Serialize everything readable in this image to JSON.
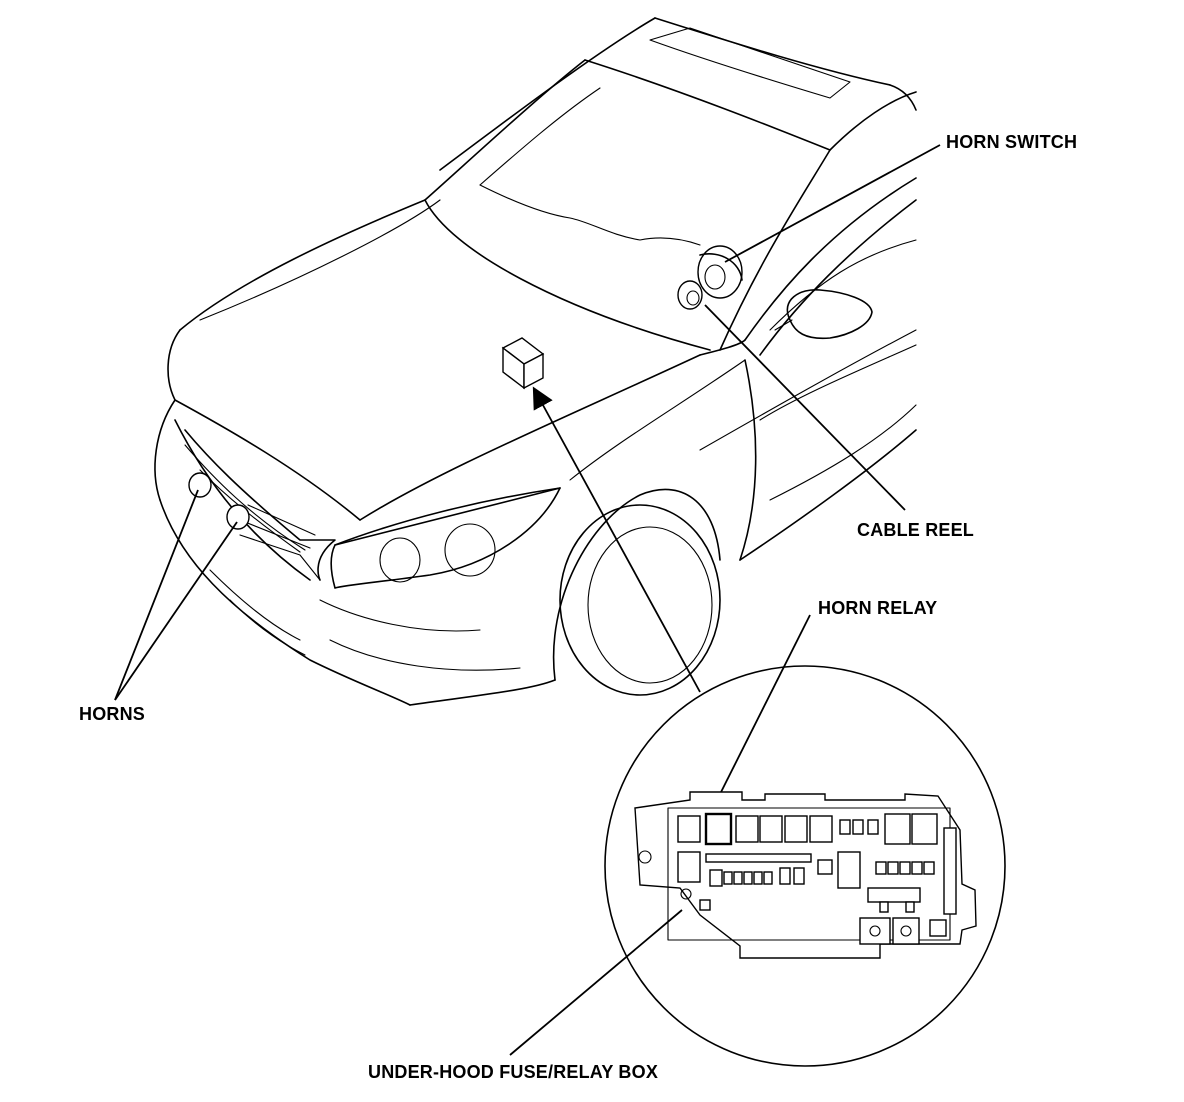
{
  "labels": {
    "horn_switch": "HORN SWITCH",
    "cable_reel": "CABLE REEL",
    "horn_relay": "HORN RELAY",
    "horns": "HORNS",
    "fuse_box": "UNDER-HOOD FUSE/RELAY BOX"
  },
  "colors": {
    "ink": "#000000",
    "paper": "#ffffff"
  }
}
